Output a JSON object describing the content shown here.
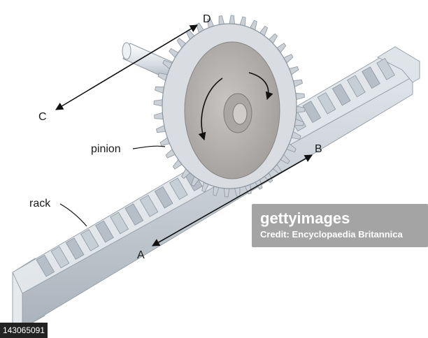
{
  "labels": {
    "d": "D",
    "c": "C",
    "b": "B",
    "a": "A",
    "pinion": "pinion",
    "rack": "rack"
  },
  "watermark": {
    "line1": "gettyimages",
    "line2": "Credit: Encyclopaedia Britannica"
  },
  "stock_id": "143065091",
  "colors": {
    "metal_light": "#e9edf1",
    "metal_mid": "#c3cbd3",
    "metal_dark": "#8c96a0",
    "disc": "#b9b6b3",
    "hub": "#9a9794",
    "arrow": "#111111"
  }
}
